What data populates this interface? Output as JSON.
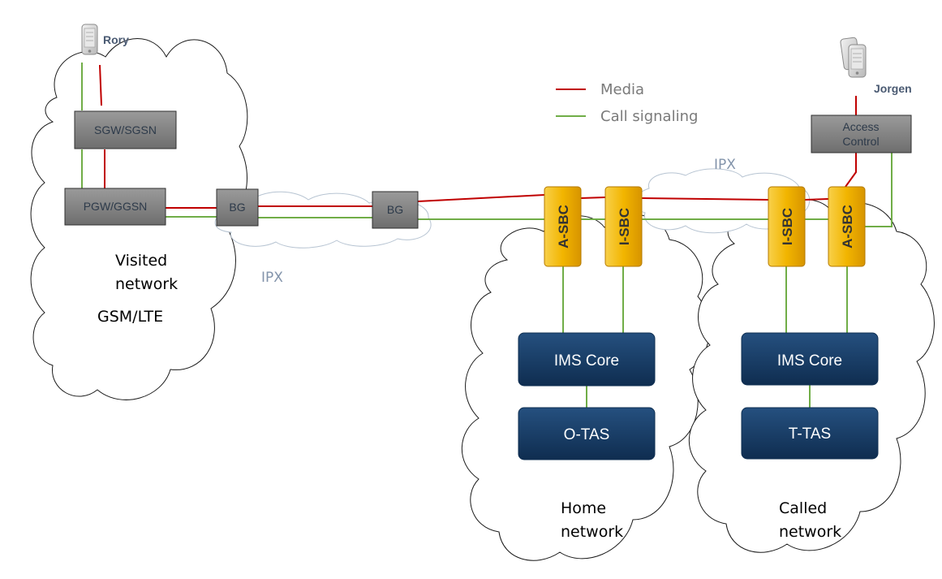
{
  "users": {
    "left": "Rory",
    "right": "Jorgen"
  },
  "legend": {
    "media_label": "Media",
    "signaling_label": "Call signaling"
  },
  "nodes": {
    "sgw": "SGW/SGSN",
    "pgw": "PGW/GGSN",
    "bg_left": "BG",
    "bg_right": "BG",
    "access_control": [
      "Access",
      "Control"
    ],
    "a_sbc_home": "A-SBC",
    "i_sbc_home": "I-SBC",
    "i_sbc_called": "I-SBC",
    "a_sbc_called": "A-SBC",
    "ims_home": "IMS Core",
    "ims_called": "IMS Core",
    "o_tas": "O-TAS",
    "t_tas": "T-TAS"
  },
  "networks": {
    "visited": [
      "Visited",
      "network",
      "GSM/LTE"
    ],
    "home": [
      "Home",
      "network"
    ],
    "called": [
      "Called",
      "network"
    ],
    "ipx_left": "IPX",
    "ipx_right": "IPX"
  },
  "colors": {
    "media": "#c00000",
    "signaling": "#70ad47",
    "ims": "#1b3f6b",
    "sbc": "#f0b400"
  }
}
